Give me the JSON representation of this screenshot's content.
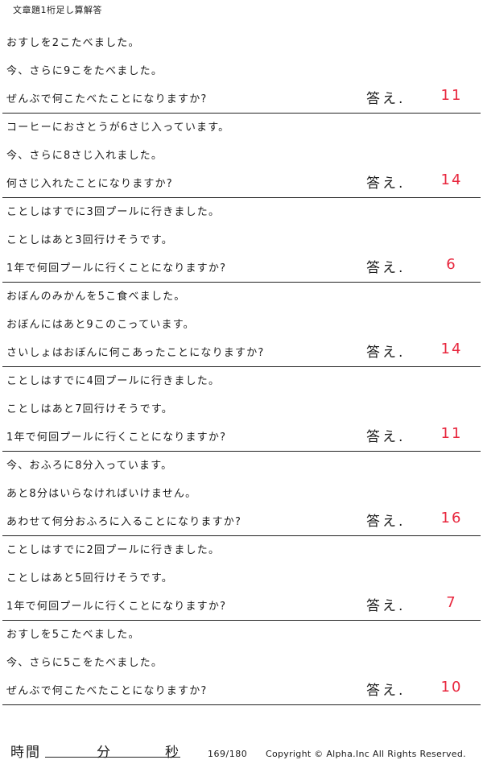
{
  "header": {
    "title": "文章題1桁足し算解答"
  },
  "answer_label": "答え.",
  "problems": [
    {
      "lines": [
        "おすしを2こたべました。",
        "今、さらに9こをたべました。",
        "ぜんぶで何こたべたことになりますか?"
      ],
      "answer": "11"
    },
    {
      "lines": [
        "コーヒーにおさとうが6さじ入っています。",
        "今、さらに8さじ入れました。",
        "何さじ入れたことになりますか?"
      ],
      "answer": "14"
    },
    {
      "lines": [
        "ことしはすでに3回プールに行きました。",
        "ことしはあと3回行けそうです。",
        "1年で何回プールに行くことになりますか?"
      ],
      "answer": "6"
    },
    {
      "lines": [
        "おぼんのみかんを5こ食べました。",
        "おぼんにはあと9このこっています。",
        "さいしょはおぼんに何こあったことになりますか?"
      ],
      "answer": "14"
    },
    {
      "lines": [
        "ことしはすでに4回プールに行きました。",
        "ことしはあと7回行けそうです。",
        "1年で何回プールに行くことになりますか?"
      ],
      "answer": "11"
    },
    {
      "lines": [
        "今、おふろに8分入っています。",
        "あと8分はいらなければいけません。",
        "あわせて何分おふろに入ることになりますか?"
      ],
      "answer": "16"
    },
    {
      "lines": [
        "ことしはすでに2回プールに行きました。",
        "ことしはあと5回行けそうです。",
        "1年で何回プールに行くことになりますか?"
      ],
      "answer": "7"
    },
    {
      "lines": [
        "おすしを5こたべました。",
        "今、さらに5こをたべました。",
        "ぜんぶで何こたべたことになりますか?"
      ],
      "answer": "10"
    }
  ],
  "footer": {
    "time_label": "時間",
    "minutes_label": "分",
    "seconds_label": "秒",
    "page_number": "169/180",
    "copyright": "Copyright ©  Alpha.Inc All Rights Reserved."
  }
}
